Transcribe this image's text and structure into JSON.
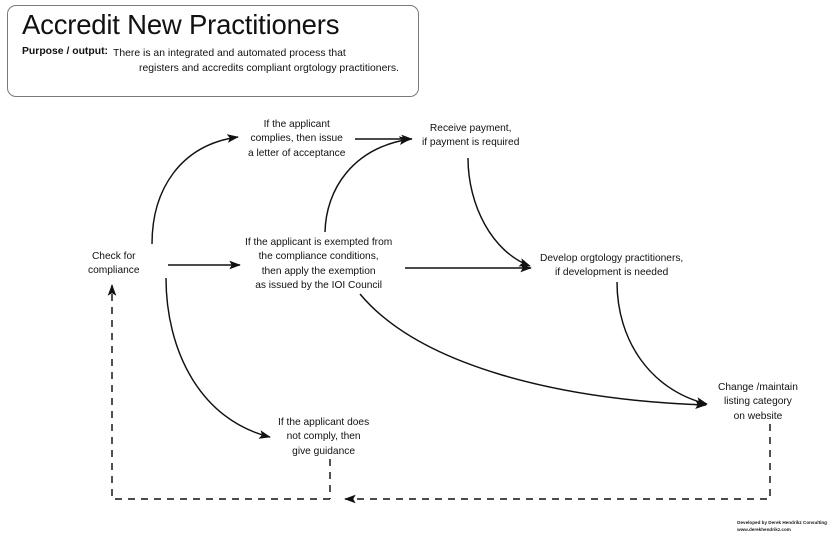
{
  "title_card": {
    "title": "Accredit New Practitioners",
    "purpose_label": "Purpose / output:",
    "purpose_line1": "There is an integrated and automated process that",
    "purpose_line2": "registers and accredits compliant orgtology practitioners."
  },
  "diagram": {
    "nodes": [
      {
        "id": "check",
        "lines": [
          "Check for",
          "compliance"
        ]
      },
      {
        "id": "complies",
        "lines": [
          "If the applicant",
          "complies, then issue",
          "a letter of acceptance"
        ]
      },
      {
        "id": "exempted",
        "lines": [
          "If the applicant is exempted from",
          "the compliance conditions,",
          "then apply the exemption",
          "as issued by the IOI Council"
        ]
      },
      {
        "id": "payment",
        "lines": [
          "Receive payment,",
          "if payment is required"
        ]
      },
      {
        "id": "develop",
        "lines": [
          "Develop orgtology practitioners,",
          "if development is needed"
        ]
      },
      {
        "id": "change",
        "lines": [
          "Change /maintain",
          "listing category",
          "on website"
        ]
      },
      {
        "id": "notcomply",
        "lines": [
          "If the applicant does",
          "not comply, then",
          "give guidance"
        ]
      }
    ],
    "line_color": "#111111",
    "dashed_color": "#111111"
  },
  "credit": {
    "line1": "Developed by Derek Hendrikz Consulting",
    "line2": "www.derekhendrikz.com"
  }
}
